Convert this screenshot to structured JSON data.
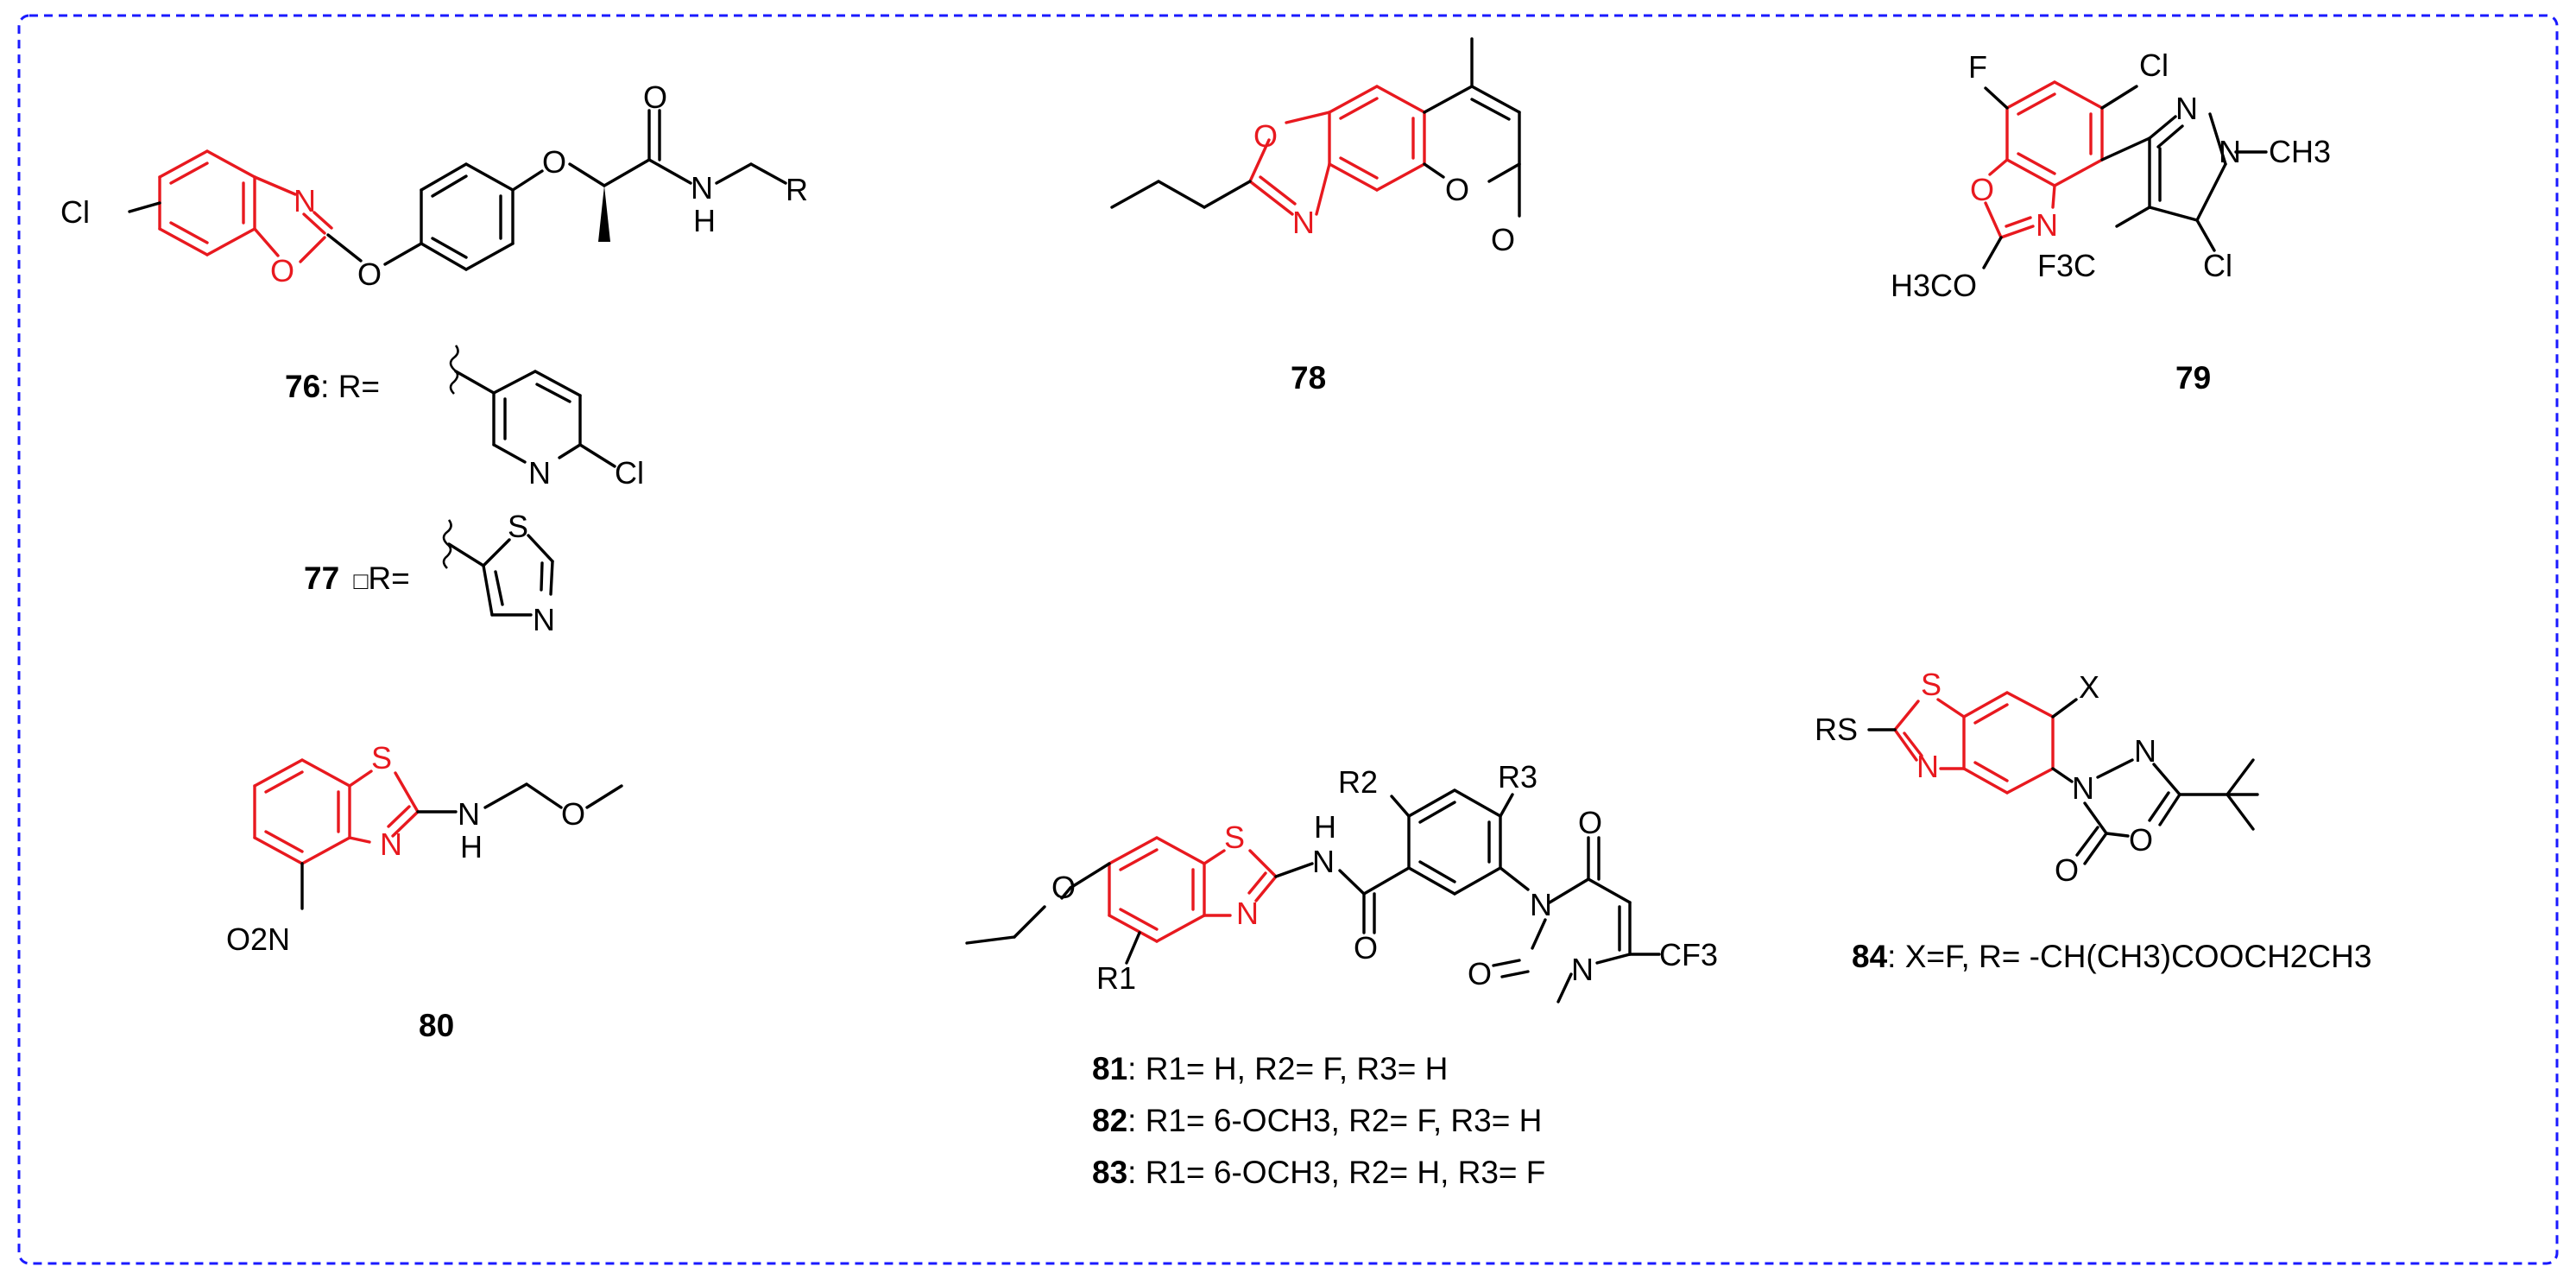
{
  "colors": {
    "scaffold": "#e8191f",
    "bonds": "#000000",
    "border": "#1a1aff"
  },
  "compounds": {
    "c76": {
      "number": "76",
      "r_text": ": R="
    },
    "c77": {
      "number": "77",
      "r_text": "R="
    },
    "c78": {
      "number": "78"
    },
    "c79": {
      "number": "79"
    },
    "c80": {
      "number": "80"
    },
    "c81": {
      "number": "81",
      "rest": ": R1= H, R2= F, R3= H"
    },
    "c82": {
      "number": "82",
      "rest": ": R1= 6-OCH3, R2= F, R3= H"
    },
    "c83": {
      "number": "83",
      "rest": ": R1= 6-OCH3, R2= H, R3= F"
    },
    "c84": {
      "number": "84",
      "rest": ": X=F, R= -CH(CH3)COOCH2CH3"
    }
  },
  "atom_labels": {
    "cl": "Cl",
    "o": "O",
    "n": "N",
    "nh_h": "H",
    "s": "S",
    "f": "F",
    "r": "R",
    "ch3": "CH3",
    "h3co": "H3CO",
    "f3c": "F3C",
    "o2n": "O2N",
    "cf3": "CF3",
    "r1": "R1",
    "r2": "R2",
    "r3": "R3",
    "rs": "RS",
    "x": "X"
  }
}
